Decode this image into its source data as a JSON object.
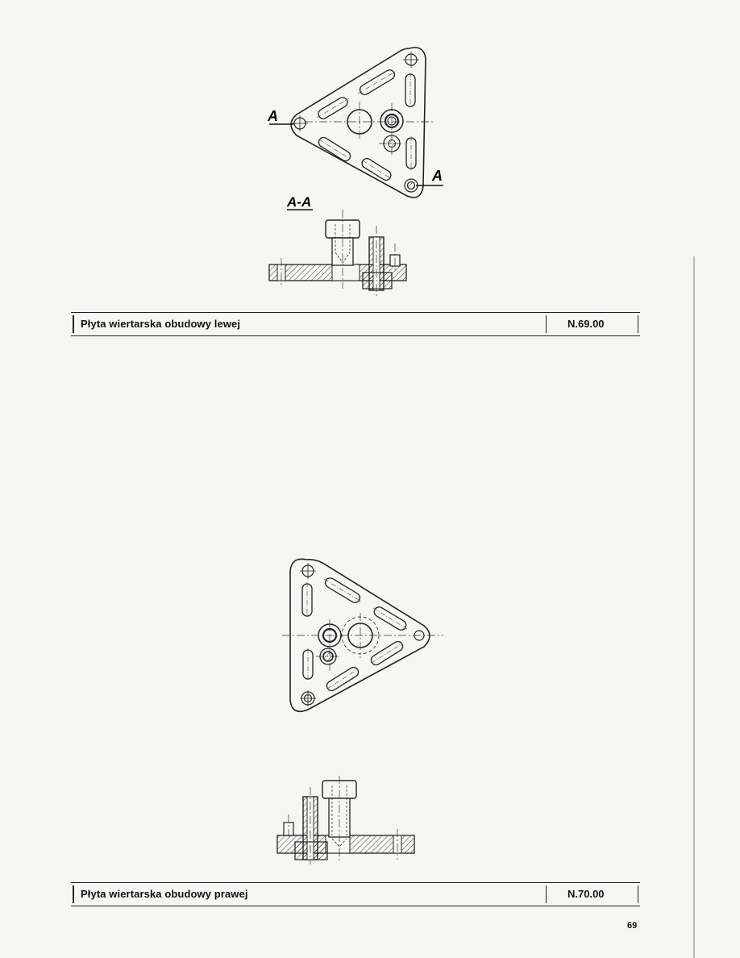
{
  "drawings": [
    {
      "section_label": "A-A",
      "cut_marks": [
        "A",
        "A"
      ],
      "title": "Płyta wiertarska obudowy lewej",
      "code": "N.69.00"
    },
    {
      "title": "Płyta wiertarska obudowy prawej",
      "code": "N.70.00"
    }
  ],
  "page_number": "69"
}
